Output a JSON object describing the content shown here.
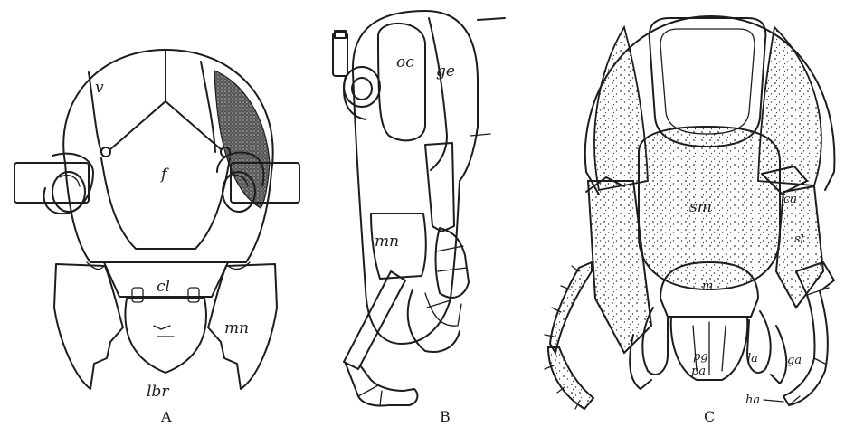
{
  "figures": [
    {
      "caption": "A",
      "labels": {
        "v": "v",
        "f": "f",
        "cl": "cl",
        "mn": "mn",
        "lbr": "lbr"
      }
    },
    {
      "caption": "B",
      "labels": {
        "oc": "oc",
        "ge": "ge",
        "mn": "mn"
      }
    },
    {
      "caption": "C",
      "labels": {
        "sm": "sm",
        "ca": "ca",
        "st": "st",
        "m": "m",
        "pg": "pg",
        "pa": "pa",
        "la": "la",
        "ga": "ga",
        "ha": "ha"
      }
    }
  ]
}
